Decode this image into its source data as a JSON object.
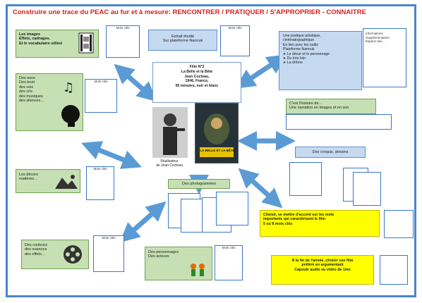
{
  "title": "Construire une trace du PEAC au fur et à mesure: RENCONTRER / PRATIQUER / S'APPROPRIER - CONNAITRE",
  "colors": {
    "frame": "#4a86c8",
    "title": "#d42020",
    "arrow": "#5b9bd5",
    "green": "#c6e0b4",
    "blue": "#c5d9f1",
    "yellow": "#ffff00"
  },
  "images": {
    "label": "Les images\nEffets, cadrages,\nEt le vocabulaire utilisé",
    "note": "Mots clés",
    "icon": "film-strip-icon"
  },
  "sound": {
    "label": "Des sons\nDes bruit\ndes voix\ndes cris\ndes musiques\ndes silences…",
    "note": "Mots clés",
    "icons": [
      "music-notes-icon",
      "silhouette-head-icon"
    ]
  },
  "decors": {
    "label": "Les décors\nmatières…",
    "note": "Mots clés",
    "icon": "landscape-icon"
  },
  "couleurs": {
    "label": "Des couleurs\ndes nuances\ndes effets…",
    "note": "Mots clés",
    "icon": "film-reel-icon"
  },
  "personnages": {
    "label": "Des personnages\nDes acteurs",
    "note": "Mots clés",
    "icon": "characters-icon"
  },
  "platform": {
    "label": "Extrait étudié\nSur plateforme Nanouk",
    "note": "Mots clés"
  },
  "film": {
    "label": "Film N°2\nLa Belle et la Bête\nJean Cocteau,\n1946, France,\n95 minutes, noir et blanc",
    "director_caption": "Réalisateur\nde Jean Cocteau",
    "poster": "LA BELLE ET LA BÊTE"
  },
  "pratique": {
    "label": "Une pratique artistique,\ncinématographique\nEn lien avec les outils\nPlateforme Nanouk\n➤ Le décor et le personnage\n➤ Du très loin\n➤ La drôme",
    "side_note": "Informations\nSupplémentaires\nEspace des…"
  },
  "histoire": {
    "label": "C'est l'histoire de…\nUne narration en images et en son"
  },
  "croquis": {
    "label": "Des croquis, dessins"
  },
  "photogrammes": {
    "label": "Des photogrammes"
  },
  "choisir": {
    "label": "Choisir, se mettre d'accord sur les mots\nimportants qui caractérisent le film\n5 ou 8 mots clés"
  },
  "fin": {
    "label": "À la fin de l'année, choisir son film\npréféré en argumentant\nCapsule audio ou vidéo de 1mn"
  }
}
